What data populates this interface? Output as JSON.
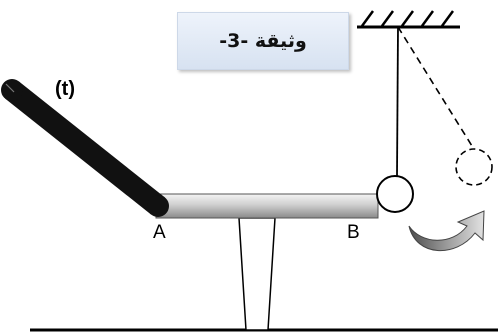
{
  "document": {
    "title": "وثيقة -3-"
  },
  "labels": {
    "rod": "(t)",
    "point_a": "A",
    "point_b": "B"
  },
  "colors": {
    "rod": "#111111",
    "beam_light": "#f2f2f2",
    "beam_dark": "#8c8c8c",
    "arrow": "#6f6f6f",
    "title_bg": "#dde6f2"
  }
}
